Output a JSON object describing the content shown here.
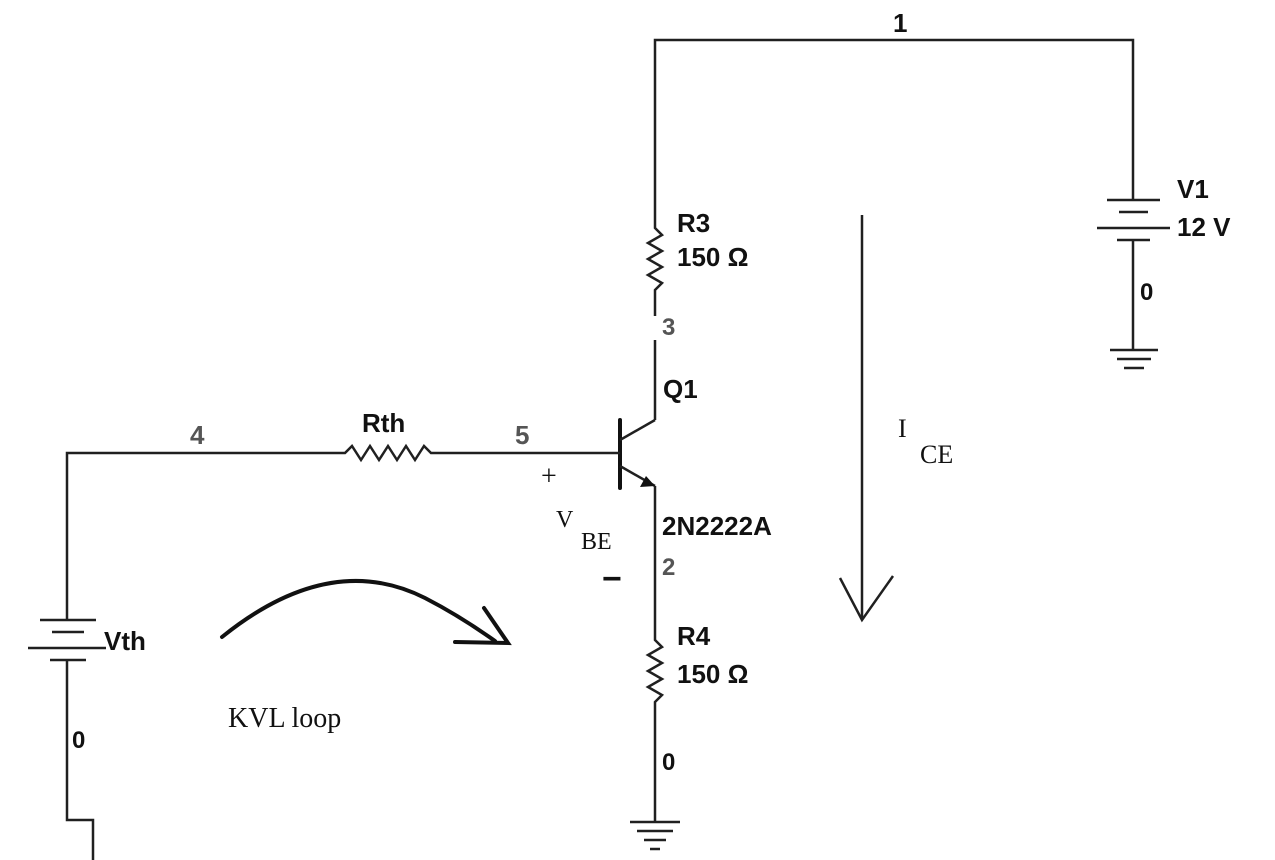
{
  "nodes": {
    "n1": "1",
    "n2": "2",
    "n3": "3",
    "n4": "4",
    "n5": "5",
    "gnd_v1": "0",
    "gnd_r4": "0",
    "gnd_vth": "0"
  },
  "components": {
    "v1": {
      "name": "V1",
      "value": "12 V"
    },
    "r3": {
      "name": "R3",
      "value": "150 Ω"
    },
    "r4": {
      "name": "R4",
      "value": "150 Ω"
    },
    "rth": {
      "name": "Rth"
    },
    "vth": {
      "name": "Vth"
    },
    "q1": {
      "name": "Q1",
      "model": "2N2222A"
    }
  },
  "annotations": {
    "vbe_plus": "+",
    "vbe_v": "V",
    "vbe_sub": "BE",
    "vbe_minus": "−",
    "ice_i": "I",
    "ice_sub": "CE",
    "kvl_loop": "KVL loop"
  }
}
